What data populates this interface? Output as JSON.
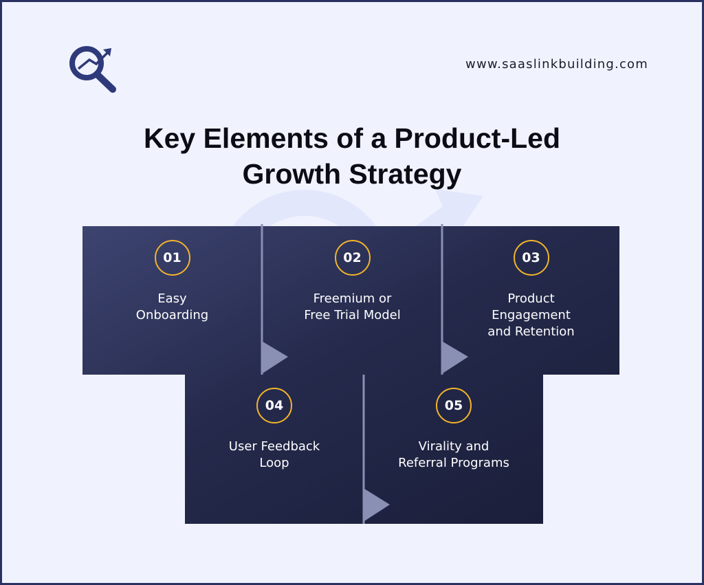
{
  "header": {
    "logo_icon": "magnifier-growth-chart-icon",
    "website": "www.saaslinkbuilding.com"
  },
  "title": {
    "line1": "Key Elements of a Product-Led",
    "line2": "Growth Strategy"
  },
  "colors": {
    "background": "#f0f3fe",
    "border": "#2b3261",
    "card_dark": "#1b1f3a",
    "card_light": "#3b4268",
    "badge_ring": "#f3b52a",
    "divider": "#8a90b4",
    "logo": "#2f3a7a"
  },
  "elements": [
    {
      "number": "01",
      "line1": "Easy",
      "line2": "Onboarding",
      "line3": ""
    },
    {
      "number": "02",
      "line1": "Freemium or",
      "line2": "Free Trial Model",
      "line3": ""
    },
    {
      "number": "03",
      "line1": "Product",
      "line2": "Engagement",
      "line3": "and Retention"
    },
    {
      "number": "04",
      "line1": "User Feedback",
      "line2": "Loop",
      "line3": ""
    },
    {
      "number": "05",
      "line1": "Virality and",
      "line2": "Referral Programs",
      "line3": ""
    }
  ]
}
